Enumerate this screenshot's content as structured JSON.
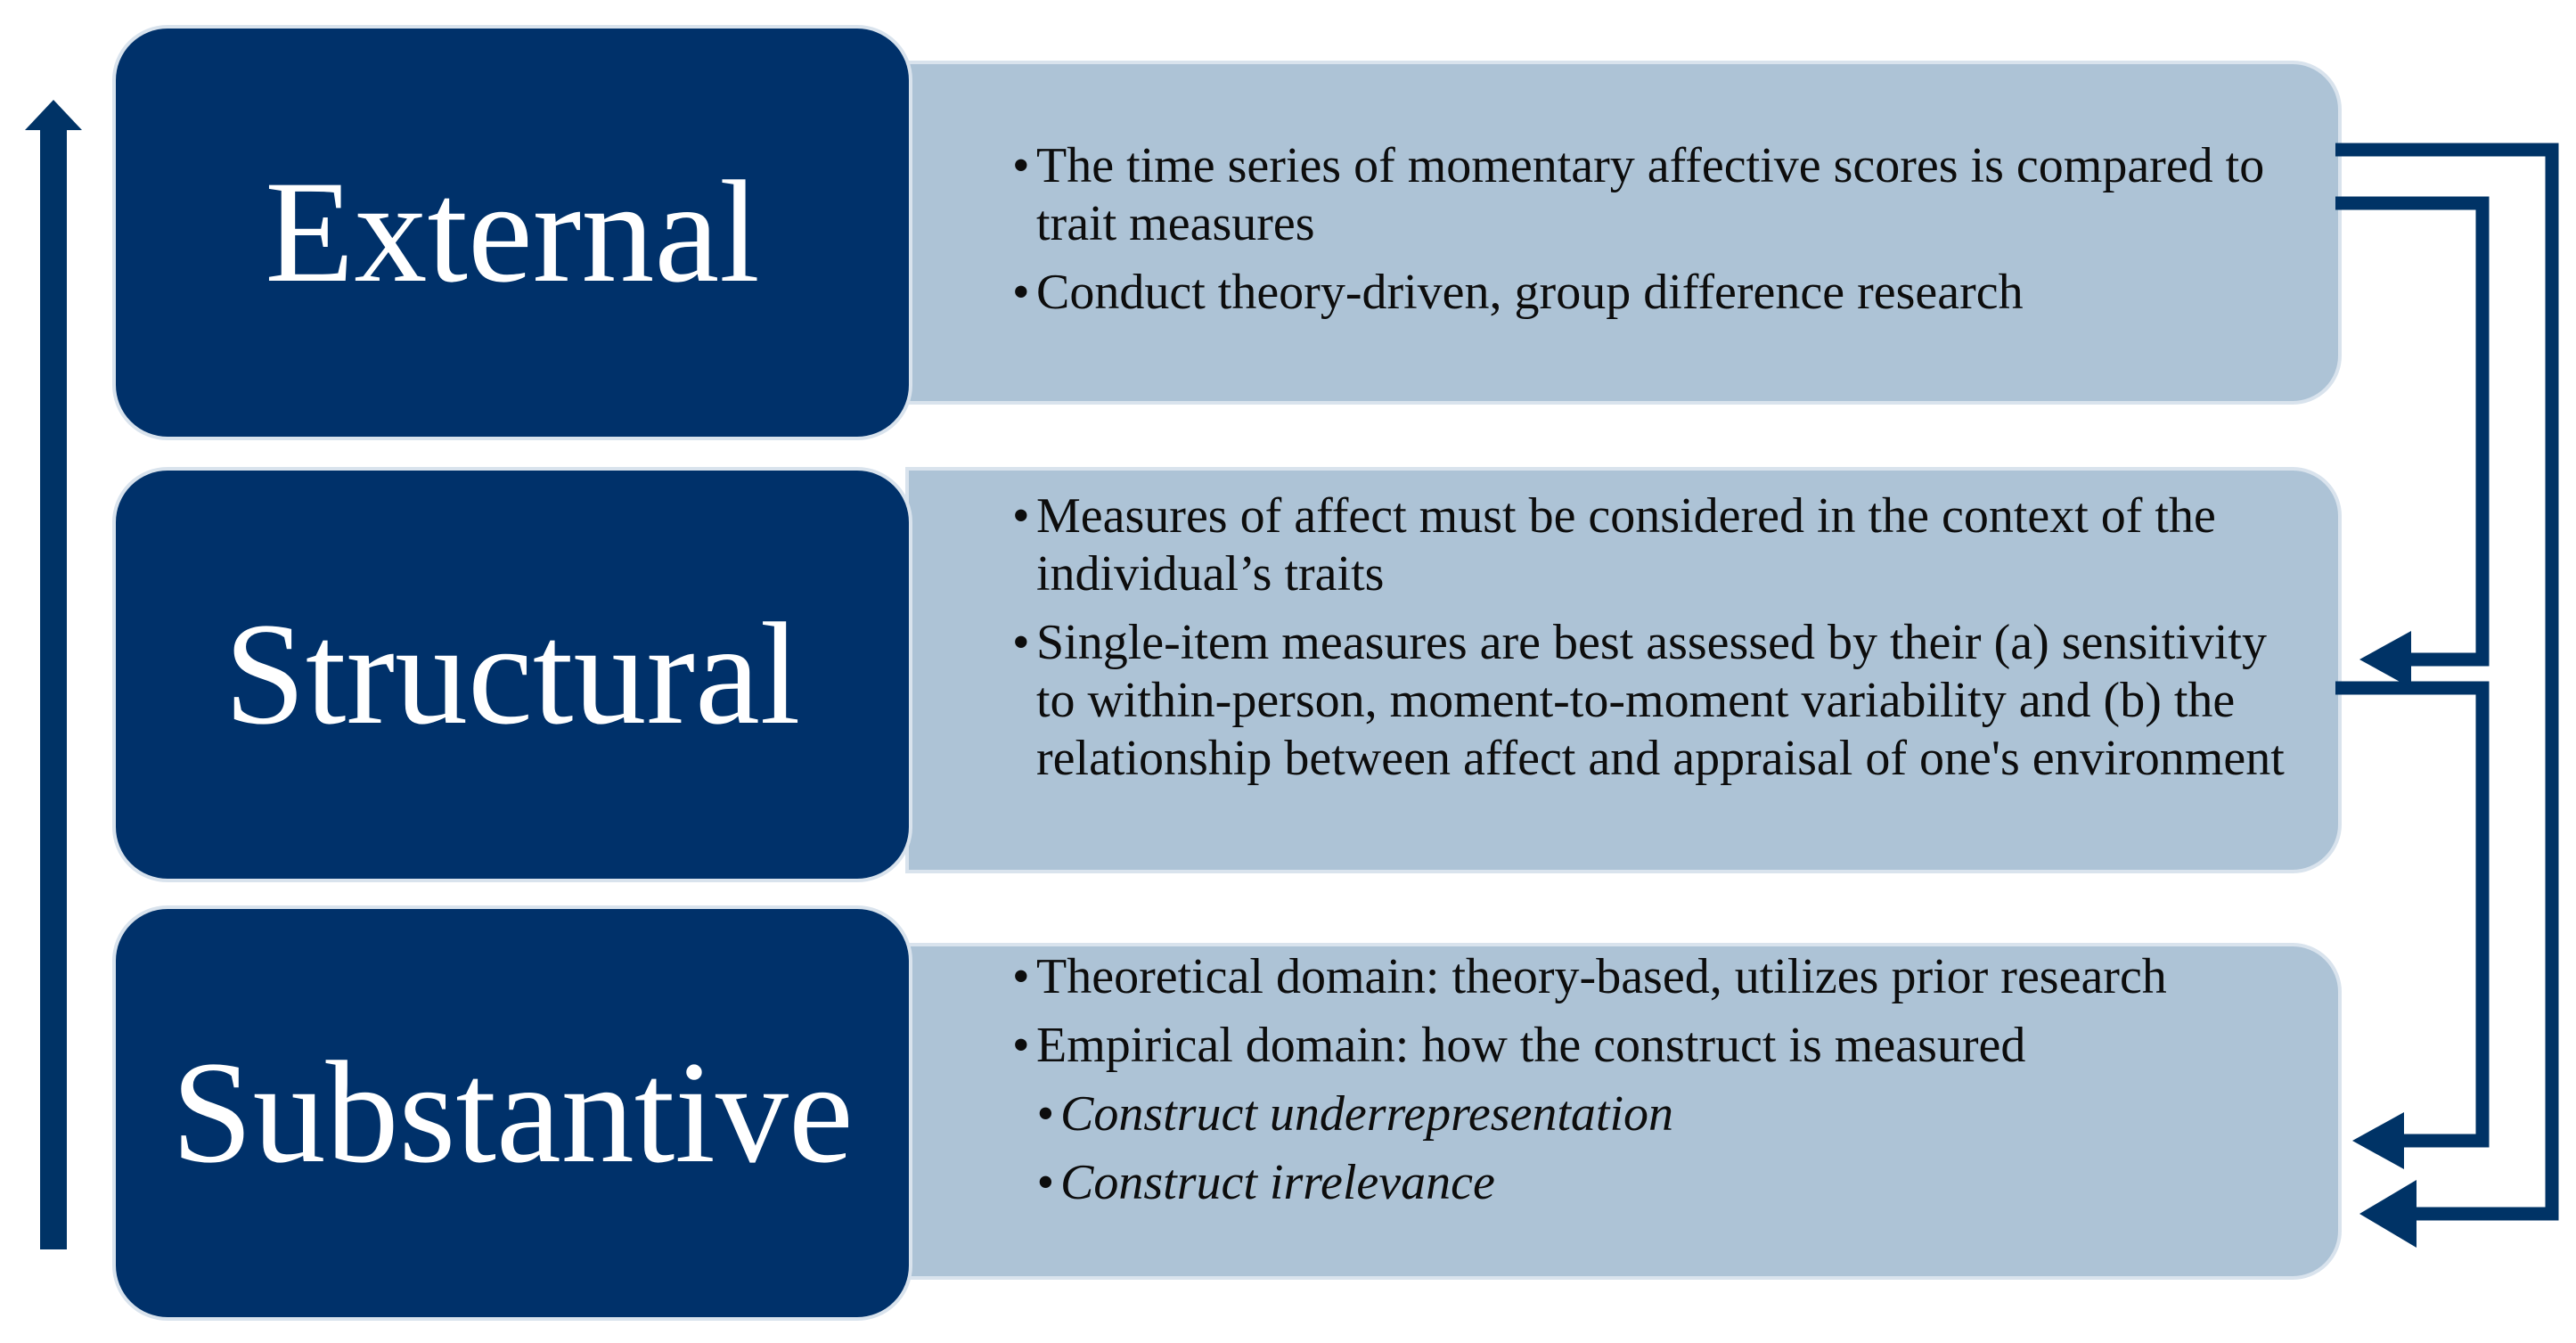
{
  "colors": {
    "card_fill": "#00316a",
    "panel_fill": "#adc3d6",
    "arrow": "#003366",
    "outline": "#d9e3ed"
  },
  "icons": {
    "side_arrow": "arrow-up-icon",
    "feedback": "arrow-left-icon"
  },
  "bullet_char": "•",
  "stages": [
    {
      "title": "External",
      "items": [
        {
          "text": "The time series of momentary affective scores is compared to trait measures",
          "level": 1
        },
        {
          "text": "Conduct theory-driven, group difference research",
          "level": 1
        }
      ]
    },
    {
      "title": "Structural",
      "items": [
        {
          "text": "Measures of affect must be considered in the context of the individual’s traits",
          "level": 1
        },
        {
          "text": "Single-item measures are best assessed by their (a) sensitivity to within-person, moment-to-moment variability and (b) the relationship between affect and appraisal of one's environment",
          "level": 1
        }
      ]
    },
    {
      "title": "Substantive",
      "items": [
        {
          "text": "Theoretical domain: theory-based, utilizes prior research",
          "level": 1
        },
        {
          "text": "Empirical domain: how the construct is measured",
          "level": 1
        },
        {
          "text": "Construct underrepresentation",
          "level": 2
        },
        {
          "text": "Construct irrelevance",
          "level": 2
        }
      ]
    }
  ]
}
